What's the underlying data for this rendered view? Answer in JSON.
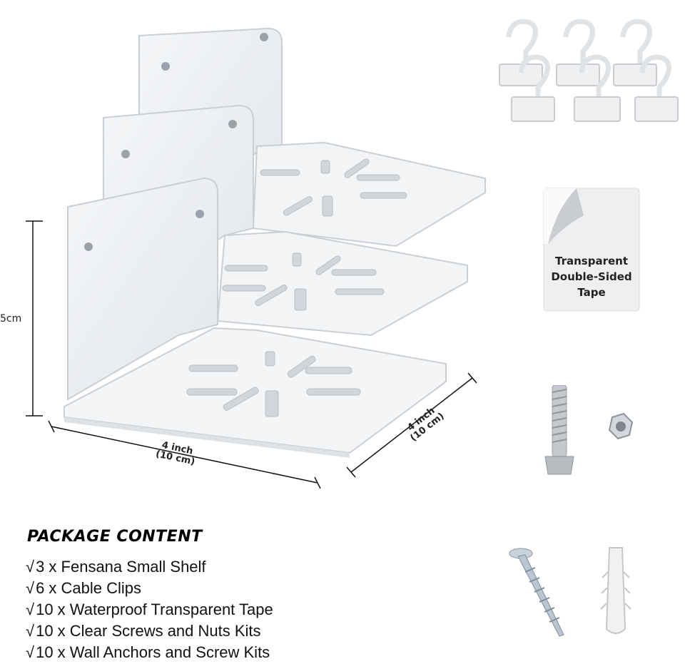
{
  "dimensions": {
    "height": "5cm",
    "width_line1": "4 inch",
    "width_line2": "(10 cm)",
    "depth_line1": "4 inch",
    "depth_line2": "(10 cm)"
  },
  "tape": {
    "line1": "Transparent",
    "line2": "Double-Sided",
    "line3": "Tape"
  },
  "package": {
    "title": "PACKAGE CONTENT",
    "check_symbol": "√",
    "items": [
      "3 x Fensana Small Shelf",
      "6 x Cable Clips",
      "10 x Waterproof Transparent Tape",
      "10 x Clear Screws and Nuts Kits",
      "10 x Wall Anchors and Screw Kits"
    ]
  }
}
